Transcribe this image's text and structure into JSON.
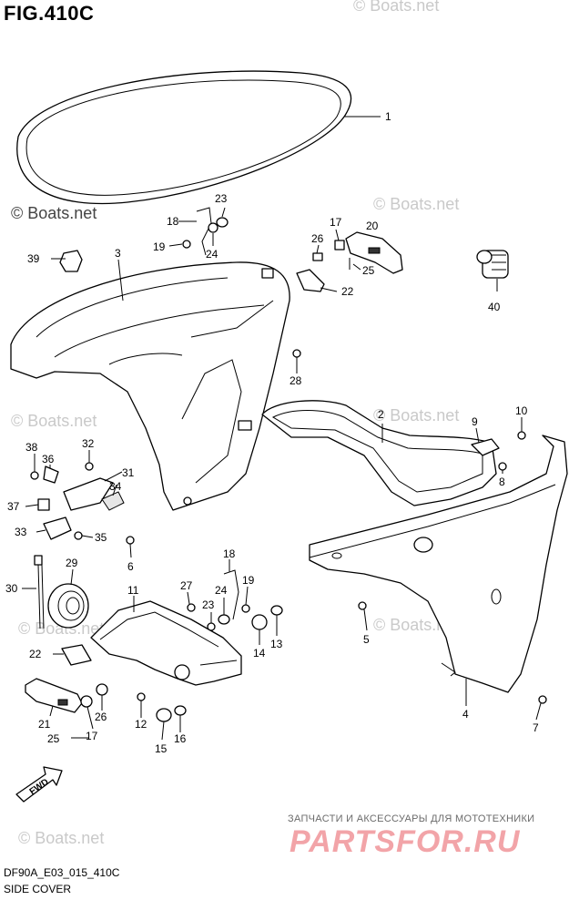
{
  "figure": {
    "title": "FIG.410C",
    "code": "DF90A_E03_015_410C",
    "name": "SIDE COVER",
    "fwd_label": "FWD"
  },
  "watermarks": [
    "© Boats.net",
    "© Boats.net",
    "© Boats.net",
    "© Boats.net",
    "© Boats.net",
    "© Boats.net",
    "© Boats.net",
    "© Boats.net"
  ],
  "shop": {
    "tagline": "ЗАПЧАСТИ И АКСЕССУАРЫ ДЛЯ МОТОТЕХНИКИ",
    "brand": "PARTSFOR.RU"
  },
  "callouts": [
    {
      "id": "c1",
      "label": "1"
    },
    {
      "id": "c2",
      "label": "2"
    },
    {
      "id": "c3",
      "label": "3"
    },
    {
      "id": "c4",
      "label": "4"
    },
    {
      "id": "c5",
      "label": "5"
    },
    {
      "id": "c6",
      "label": "6"
    },
    {
      "id": "c7",
      "label": "7"
    },
    {
      "id": "c8",
      "label": "8"
    },
    {
      "id": "c9",
      "label": "9"
    },
    {
      "id": "c10",
      "label": "10"
    },
    {
      "id": "c11",
      "label": "11"
    },
    {
      "id": "c12",
      "label": "12"
    },
    {
      "id": "c13",
      "label": "13"
    },
    {
      "id": "c14",
      "label": "14"
    },
    {
      "id": "c15",
      "label": "15"
    },
    {
      "id": "c16",
      "label": "16"
    },
    {
      "id": "c17a",
      "label": "17"
    },
    {
      "id": "c17b",
      "label": "17"
    },
    {
      "id": "c18a",
      "label": "18"
    },
    {
      "id": "c18b",
      "label": "18"
    },
    {
      "id": "c19a",
      "label": "19"
    },
    {
      "id": "c19b",
      "label": "19"
    },
    {
      "id": "c20",
      "label": "20"
    },
    {
      "id": "c21",
      "label": "21"
    },
    {
      "id": "c22a",
      "label": "22"
    },
    {
      "id": "c22b",
      "label": "22"
    },
    {
      "id": "c23a",
      "label": "23"
    },
    {
      "id": "c23b",
      "label": "23"
    },
    {
      "id": "c24a",
      "label": "24"
    },
    {
      "id": "c24b",
      "label": "24"
    },
    {
      "id": "c25a",
      "label": "25"
    },
    {
      "id": "c25b",
      "label": "25"
    },
    {
      "id": "c26a",
      "label": "26"
    },
    {
      "id": "c26b",
      "label": "26"
    },
    {
      "id": "c27",
      "label": "27"
    },
    {
      "id": "c28",
      "label": "28"
    },
    {
      "id": "c29",
      "label": "29"
    },
    {
      "id": "c30",
      "label": "30"
    },
    {
      "id": "c31",
      "label": "31"
    },
    {
      "id": "c32",
      "label": "32"
    },
    {
      "id": "c33",
      "label": "33"
    },
    {
      "id": "c34",
      "label": "34"
    },
    {
      "id": "c35",
      "label": "35"
    },
    {
      "id": "c36",
      "label": "36"
    },
    {
      "id": "c37",
      "label": "37"
    },
    {
      "id": "c38",
      "label": "38"
    },
    {
      "id": "c39",
      "label": "39"
    },
    {
      "id": "c40",
      "label": "40"
    }
  ]
}
